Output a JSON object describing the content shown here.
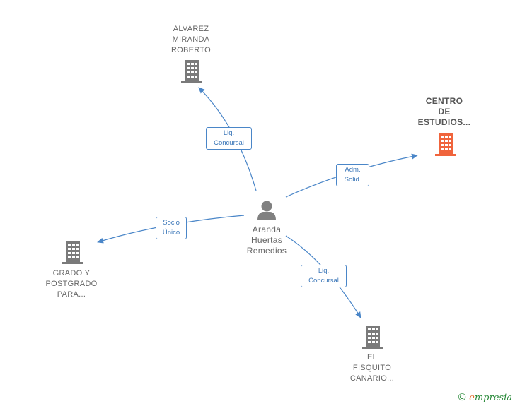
{
  "nodes": {
    "center": {
      "label": "Aranda\nHuertas\nRemedios"
    },
    "alvarez": {
      "label": "ALVAREZ\nMIRANDA\nROBERTO"
    },
    "centro": {
      "label": "CENTRO\nDE\nESTUDIOS..."
    },
    "grado": {
      "label": "GRADO Y\nPOSTGRADO\nPARA..."
    },
    "fisquito": {
      "label": "EL\nFISQUITO\nCANARIO..."
    }
  },
  "edges": {
    "alvarez": "Liq.\nConcursal",
    "centro": "Adm.\nSolid.",
    "grado": "Socio\nÚnico",
    "fisquito": "Liq.\nConcursal"
  },
  "colors": {
    "edge": "#4a86c8",
    "building": "#7a7a7a",
    "building_primary": "#f0643c",
    "person": "#808080"
  },
  "icons": {
    "person": "person-icon",
    "company": "building-icon"
  },
  "brand": {
    "copyright": "©",
    "first_letter": "e",
    "rest": "mpresia"
  }
}
